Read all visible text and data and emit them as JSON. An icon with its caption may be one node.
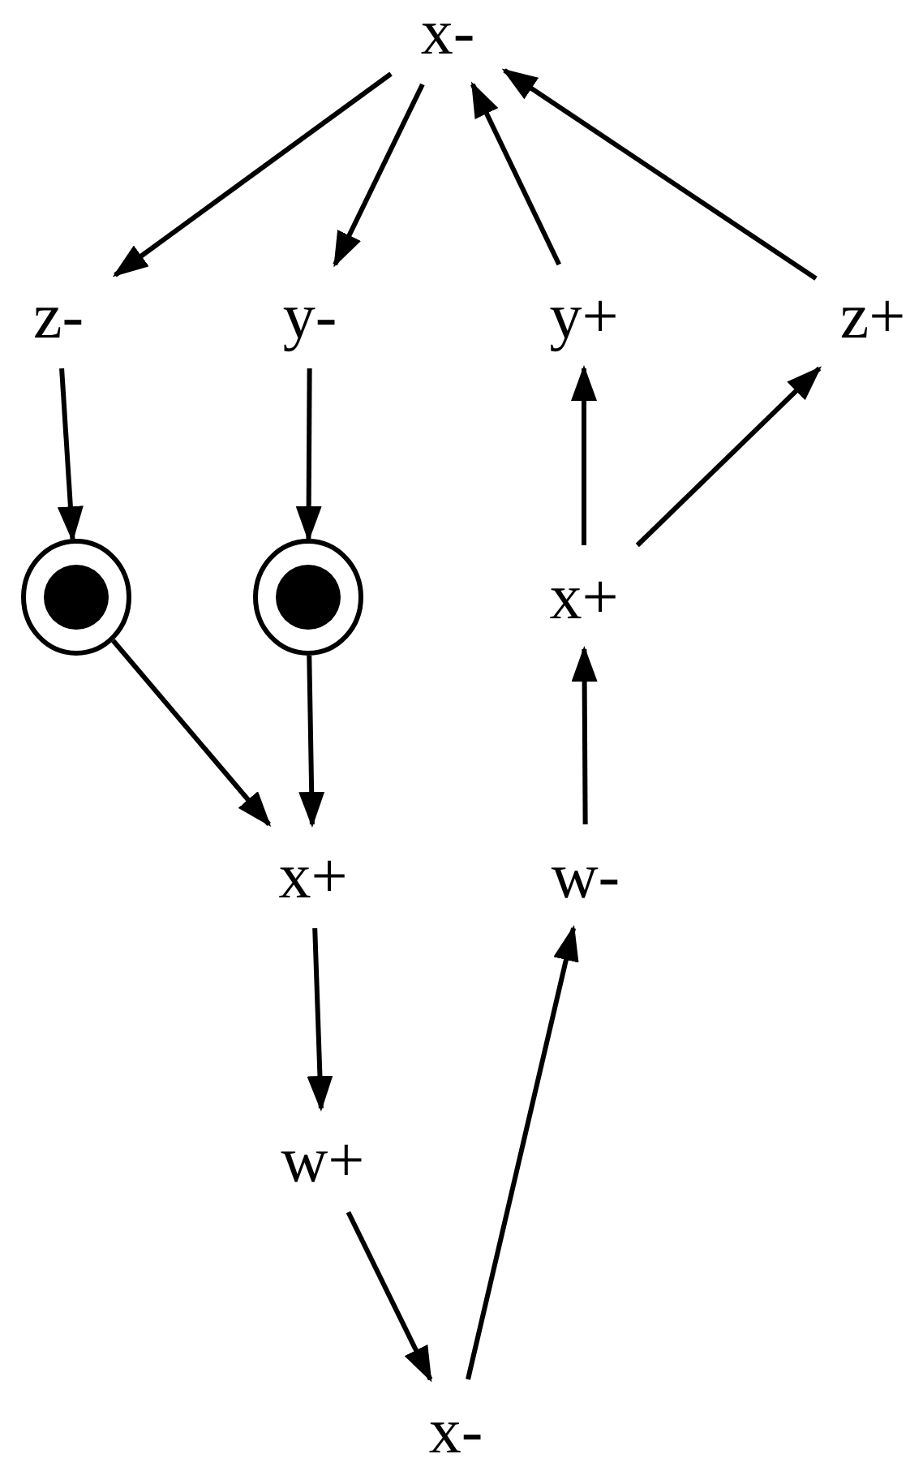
{
  "diagram": {
    "nodes": [
      {
        "text": [
          "x-"
        ]
      },
      {
        "text": [
          "z-"
        ]
      },
      {
        "text": [
          "y-"
        ]
      },
      {
        "text": [
          "y+"
        ]
      },
      {
        "text": [
          "z+"
        ]
      },
      {
        "text": [],
        "shape": "circle"
      },
      {
        "text": [],
        "shape": "circle"
      },
      {
        "text": [
          "x+"
        ]
      },
      {
        "text": [
          "x+"
        ]
      },
      {
        "text": [
          "w-"
        ]
      },
      {
        "text": [
          "w+"
        ]
      },
      {
        "text": [
          "x-"
        ]
      }
    ],
    "edges": [
      {
        "from": 0,
        "to": 1,
        "arrow": "to"
      },
      {
        "from": 0,
        "to": 2,
        "arrow": "to"
      },
      {
        "from": 3,
        "to": 0,
        "arrow": "to"
      },
      {
        "from": 4,
        "to": 0,
        "arrow": "to"
      },
      {
        "from": 1,
        "to": 5,
        "arrow": "to"
      },
      {
        "from": 2,
        "to": 6,
        "arrow": "to"
      },
      {
        "from": 5,
        "to": 8,
        "arrow": "to"
      },
      {
        "from": 6,
        "to": 8,
        "arrow": "to"
      },
      {
        "from": 7,
        "to": 3,
        "arrow": "to"
      },
      {
        "from": 7,
        "to": 4,
        "arrow": "to"
      },
      {
        "from": 9,
        "to": 7,
        "arrow": "to"
      },
      {
        "from": 8,
        "to": 10,
        "arrow": "to"
      },
      {
        "from": 10,
        "to": 11,
        "arrow": "to"
      },
      {
        "from": 11,
        "to": 9,
        "arrow": "to"
      }
    ]
  }
}
